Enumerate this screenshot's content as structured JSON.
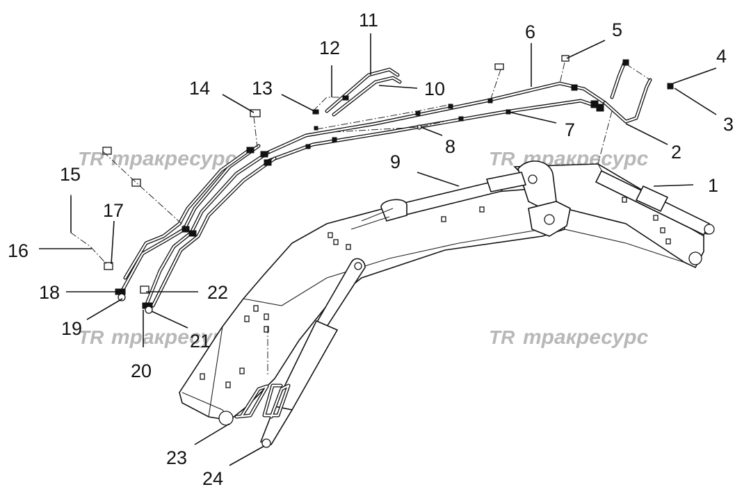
{
  "watermark": {
    "logo": "TR",
    "text": "тракресурс"
  },
  "callouts": [
    "1",
    "2",
    "3",
    "4",
    "5",
    "6",
    "7",
    "8",
    "9",
    "10",
    "11",
    "12",
    "13",
    "14",
    "15",
    "16",
    "17",
    "18",
    "19",
    "20",
    "21",
    "22",
    "23",
    "24"
  ]
}
